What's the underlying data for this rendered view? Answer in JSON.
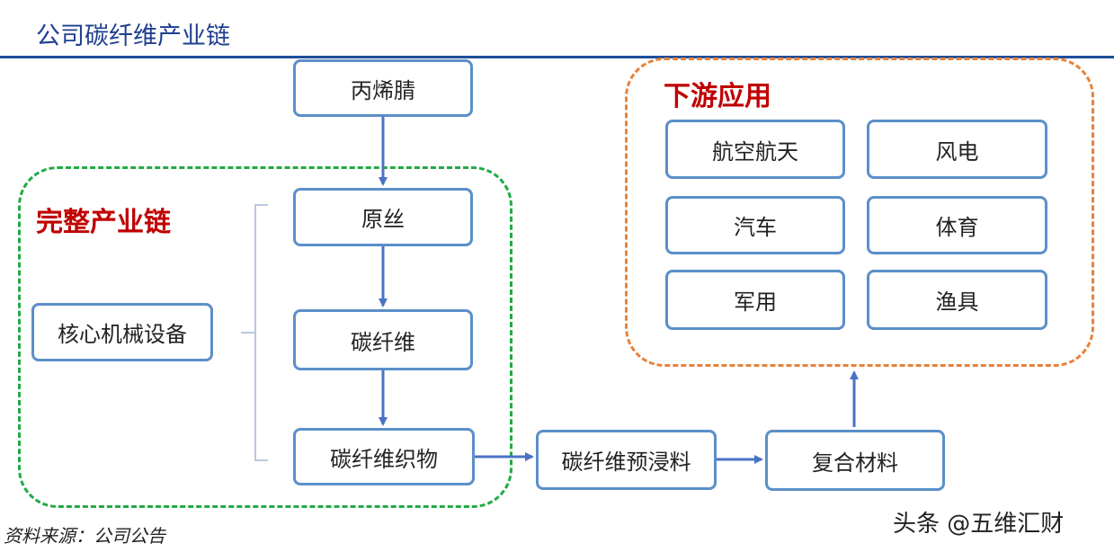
{
  "header": {
    "title": "公司碳纤维产业链"
  },
  "groups": {
    "complete_chain": "完整产业链",
    "downstream": "下游应用"
  },
  "chain": {
    "acrylonitrile": "丙烯腈",
    "precursor": "原丝",
    "carbon_fiber": "碳纤维",
    "fabric": "碳纤维织物",
    "prepreg": "碳纤维预浸料",
    "composite": "复合材料"
  },
  "equipment": "核心机械设备",
  "applications": [
    "航空航天",
    "风电",
    "汽车",
    "体育",
    "军用",
    "渔具"
  ],
  "footer": {
    "source": "资料来源：公司公告",
    "watermark": "头条 @五维汇财"
  },
  "colors": {
    "box_border": "#5b8fc9",
    "arrow": "#4a72c4",
    "title": "#1f3f8f",
    "label_red": "#c00000",
    "green_dash": "#22aa44",
    "orange_dash": "#e8823a"
  }
}
